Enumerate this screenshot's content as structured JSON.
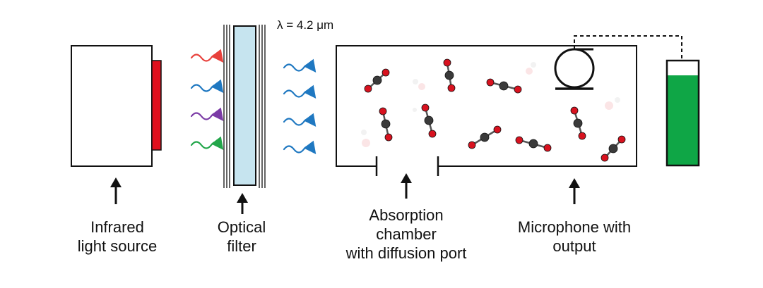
{
  "wavelength_label": "λ = 4.2 μm",
  "labels": {
    "source": [
      "Infrared",
      "light source"
    ],
    "filter": [
      "Optical",
      "filter"
    ],
    "chamber": [
      "Absorption",
      "chamber",
      "with diffusion port"
    ],
    "microphone": [
      "Microphone with",
      "output"
    ]
  },
  "colors": {
    "emitter": "#e0101e",
    "filter_glass": "#c6e4ef",
    "wave_red": "#e8413c",
    "wave_blue": "#1f78c1",
    "wave_purple": "#7b3ba6",
    "wave_green": "#22a64a",
    "co2_carbon": "#3a3a3a",
    "co2_oxygen": "#d8121f",
    "meter_fill": "#0fa646",
    "outline": "#111111"
  }
}
